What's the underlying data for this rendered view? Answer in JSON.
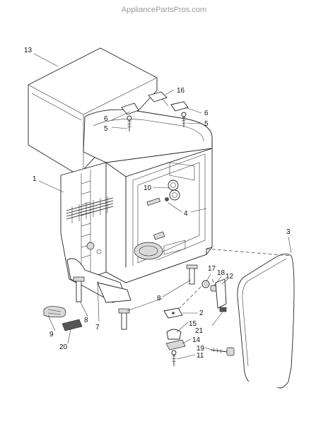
{
  "watermark": "AppliancePartsPros.com",
  "callouts": {
    "c13": "13",
    "c16": "16",
    "c6a": "6",
    "c5a": "5",
    "c6b": "6",
    "c5b": "5",
    "c1": "1",
    "c10": "10",
    "c4": "4",
    "c3": "3",
    "c17": "17",
    "c18": "18",
    "c12": "12",
    "c8a": "8",
    "c8b": "8",
    "c7": "7",
    "c9": "9",
    "c20": "20",
    "c2": "2",
    "c15": "15",
    "c21": "21",
    "c14": "14",
    "c19": "19",
    "c11": "11"
  }
}
